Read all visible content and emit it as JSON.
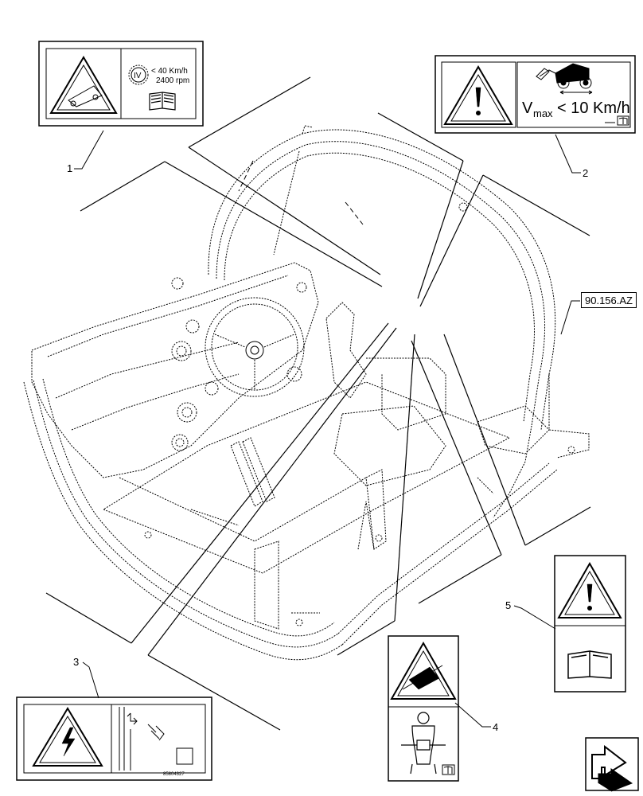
{
  "callouts": {
    "c1": "1",
    "c2": "2",
    "c3": "3",
    "c4": "4",
    "c5": "5"
  },
  "reference_code": "90.156.AZ",
  "decal1": {
    "speed": "< 40 Km/h",
    "rpm": "2400 rpm",
    "gear_symbol": "IV"
  },
  "decal2": {
    "v": "V",
    "sub": "max",
    "limit": "< 10 Km/h"
  },
  "decal3": {
    "part_no": "85804327"
  }
}
